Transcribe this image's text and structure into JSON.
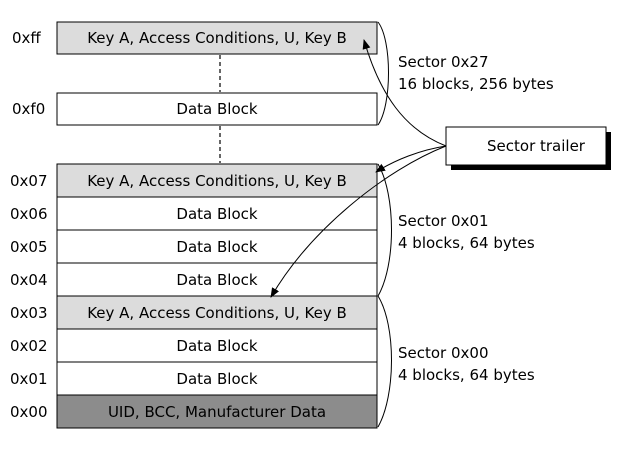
{
  "top_blocks": [
    {
      "addr": "0xff",
      "label": "Key A, Access Conditions, U, Key B",
      "kind": "trailer"
    },
    {
      "addr": "0xf0",
      "label": "Data Block",
      "kind": "data"
    }
  ],
  "blocks": [
    {
      "addr": "0x07",
      "label": "Key A, Access Conditions, U, Key B",
      "kind": "trailer"
    },
    {
      "addr": "0x06",
      "label": "Data Block",
      "kind": "data"
    },
    {
      "addr": "0x05",
      "label": "Data Block",
      "kind": "data"
    },
    {
      "addr": "0x04",
      "label": "Data Block",
      "kind": "data"
    },
    {
      "addr": "0x03",
      "label": "Key A, Access Conditions, U, Key B",
      "kind": "trailer"
    },
    {
      "addr": "0x02",
      "label": "Data Block",
      "kind": "data"
    },
    {
      "addr": "0x01",
      "label": "Data Block",
      "kind": "data"
    },
    {
      "addr": "0x00",
      "label": "UID, BCC, Manufacturer Data",
      "kind": "mfr"
    }
  ],
  "sectors": [
    {
      "name": "Sector 0x27",
      "size": "16 blocks, 256 bytes"
    },
    {
      "name": "Sector 0x01",
      "size": "4 blocks, 64 bytes"
    },
    {
      "name": "Sector 0x00",
      "size": "4 blocks, 64 bytes"
    }
  ],
  "sector_trailer_label": "Sector trailer"
}
